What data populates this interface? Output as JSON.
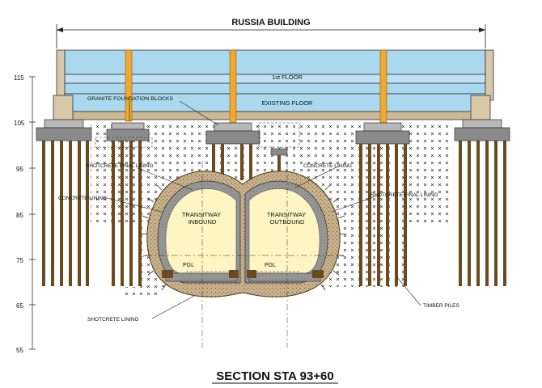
{
  "drawing": {
    "building_title": "RUSSIA BUILDING",
    "section_title": "SECTION STA 93+60",
    "elevations": [
      "115",
      "105",
      "95",
      "85",
      "75",
      "65",
      "55"
    ],
    "labels": {
      "first_floor": "1st FLOOR",
      "existing_floor": "EXISTING FLOOR",
      "granite_blocks": "GRANITE FOUNDATION BLOCKS",
      "shotcrete_final_left": "SHOTCRETE FINAL LINING",
      "concrete_lining_left": "CONCRETE LINING",
      "concrete_lining_right": "CONCRETE LINING",
      "shotcrete_final_right": "SHOTCRETE FINAL LINING",
      "inbound": "TRANSITWAY\nINBOUND",
      "outbound": "TRANSITWAY\nOUTBOUND",
      "pgl_left": "PGL",
      "pgl_right": "PGL",
      "timber_piles": "TIMBER PILES",
      "shotcrete_lining": "SHOTCRETE LINING"
    },
    "colors": {
      "floor_blue": "#a9d8ef",
      "column_orange": "#f0a830",
      "pile_brown": "#6b4a1e",
      "tunnel_fill": "#fdf6c3",
      "lining_tan": "#c8b08a",
      "concrete_gray": "#8a8a8a",
      "block_tan": "#d8c8a8"
    }
  }
}
